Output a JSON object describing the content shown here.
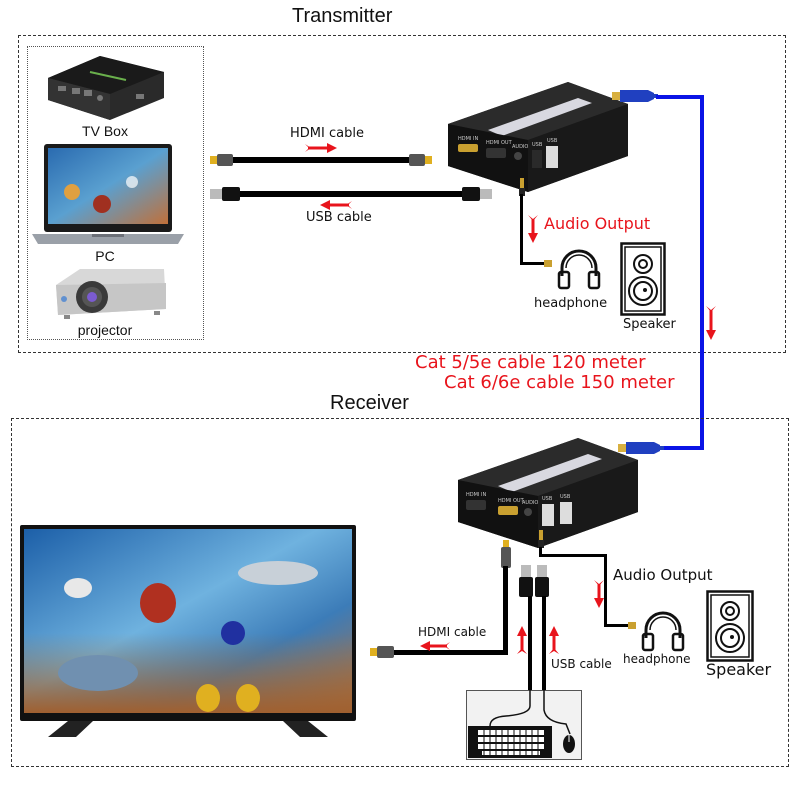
{
  "transmitter": {
    "title": "Transmitter",
    "sources": [
      {
        "label": "TV Box",
        "icon": "tv-box-icon"
      },
      {
        "label": "PC",
        "icon": "laptop-icon"
      },
      {
        "label": "projector",
        "icon": "projector-icon"
      }
    ],
    "hdmi_cable_label": "HDMI cable",
    "usb_cable_label": "USB cable",
    "audio_output_label": "Audio Output",
    "headphone_label": "headphone",
    "speaker_label": "Speaker",
    "device_ports": [
      "HDMI IN",
      "HDMI OUT",
      "AUDIO",
      "USB",
      "USB"
    ]
  },
  "link": {
    "cat5_label": "Cat 5/5e  cable 120 meter",
    "cat6_label": "Cat 6/6e cable 150 meter",
    "cable_color": "#0a14e6"
  },
  "receiver": {
    "title": "Receiver",
    "hdmi_cable_label": "HDMI cable",
    "usb_cable_label": "USB cable",
    "audio_output_label": "Audio Output",
    "headphone_label": "headphone",
    "speaker_label": "Speaker",
    "device_ports": [
      "HDMI IN",
      "HDMI OUT",
      "AUDIO",
      "USB",
      "USB"
    ]
  },
  "colors": {
    "accent_red": "#e8141c",
    "cable_black": "#000000"
  }
}
